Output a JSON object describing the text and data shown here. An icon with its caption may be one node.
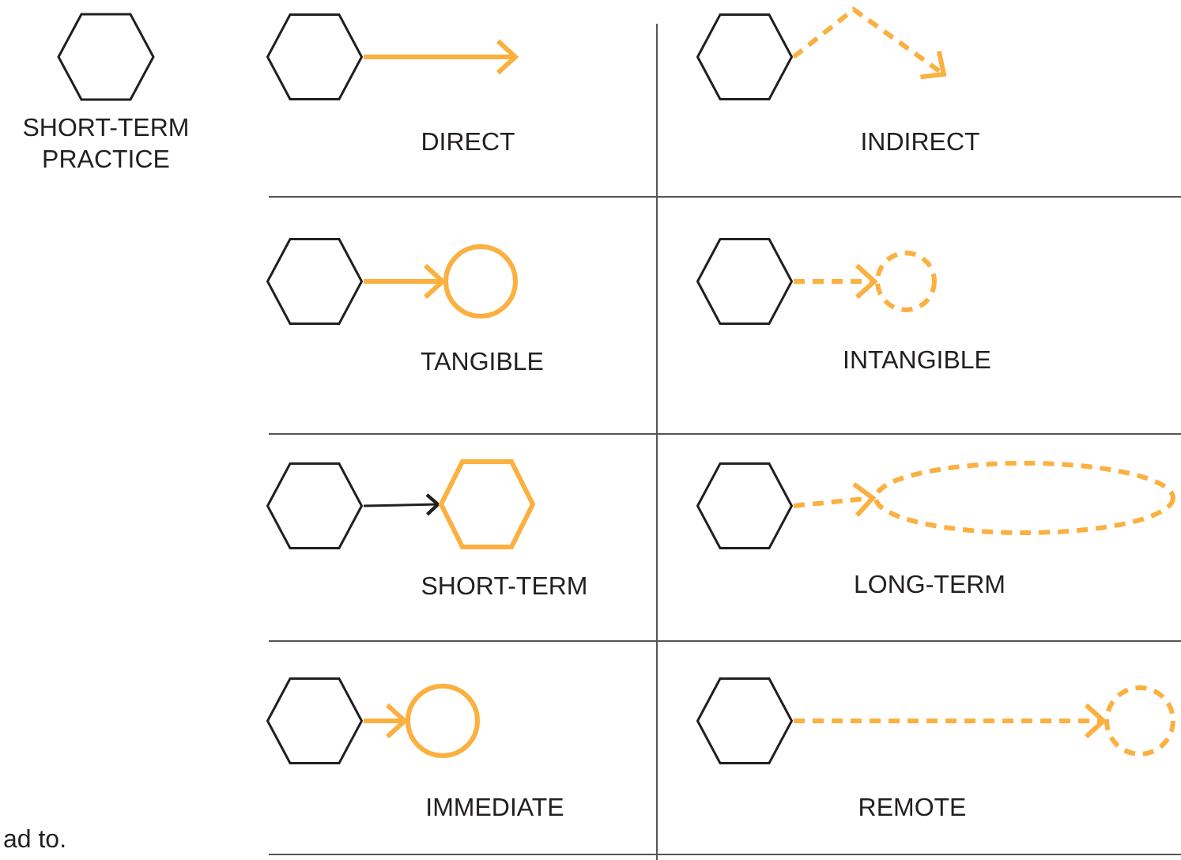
{
  "diagram": {
    "nodes": [
      {
        "text": [
          "SHORT-TERM PRACTICE"
        ]
      },
      {
        "text": [],
        "shape": "hexagon"
      },
      {
        "text": [],
        "shape": "hexagon"
      },
      {
        "text": [],
        "shape": "hexagon"
      },
      {
        "text": [],
        "shape": "circle"
      },
      {
        "text": [],
        "shape": "hexagon"
      },
      {
        "text": [],
        "shape": "circle"
      },
      {
        "text": [],
        "shape": "hexagon"
      },
      {
        "text": [],
        "shape": "hexagon"
      },
      {
        "text": [],
        "shape": "hexagon"
      },
      {
        "text": [],
        "shape": "ellipse"
      },
      {
        "text": [],
        "shape": "hexagon"
      },
      {
        "text": [],
        "shape": "circle"
      },
      {
        "text": [],
        "shape": "hexagon"
      },
      {
        "text": [],
        "shape": "circle"
      }
    ],
    "edges": [
      {
        "from": 1,
        "to": null,
        "arrow": "to"
      },
      {
        "from": 2,
        "to": null,
        "arrow": "to",
        "style": "dashed"
      },
      {
        "from": 3,
        "to": 4,
        "arrow": "to"
      },
      {
        "from": 5,
        "to": 6,
        "arrow": "to",
        "style": "dashed"
      },
      {
        "from": 7,
        "to": 8,
        "arrow": "to",
        "color": "#231f20"
      },
      {
        "from": 9,
        "to": 10,
        "arrow": "to",
        "style": "dashed"
      },
      {
        "from": 11,
        "to": 12,
        "arrow": "to"
      },
      {
        "from": 13,
        "to": 14,
        "arrow": "to",
        "style": "dashed"
      }
    ],
    "labels": [
      "DIRECT",
      "INDIRECT",
      "TANGIBLE",
      "INTANGIBLE",
      "SHORT-TERM",
      "LONG-TERM",
      "IMMEDIATE",
      "REMOTE",
      "ad to."
    ]
  }
}
